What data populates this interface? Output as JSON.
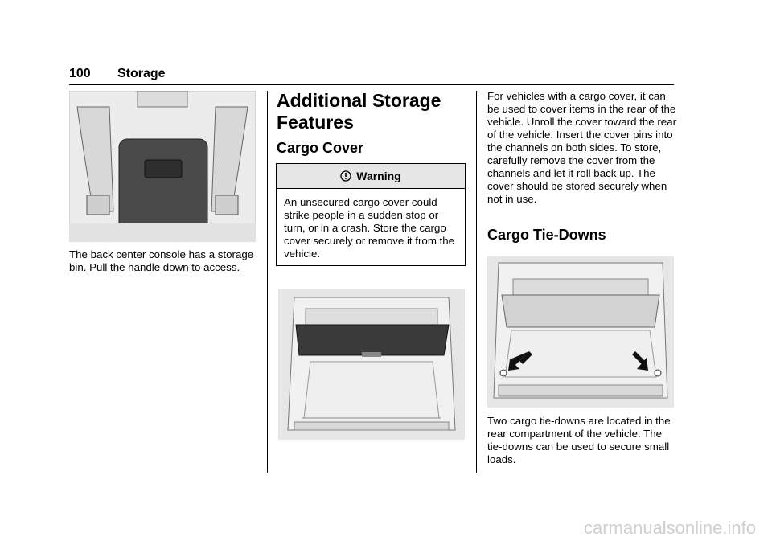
{
  "header": {
    "page_number": "100",
    "section": "Storage"
  },
  "col1": {
    "figure_icon": "console-storage-bin-illustration",
    "paragraph": "The back center console has a storage bin. Pull the handle down to access."
  },
  "col2": {
    "heading": "Additional Storage Features",
    "subheading": "Cargo Cover",
    "warning": {
      "icon": "warning-icon",
      "title": "Warning",
      "text": "An unsecured cargo cover could strike people in a sudden stop or turn, or in a crash. Store the cargo cover securely or remove it from the vehicle."
    },
    "figure_icon": "cargo-cover-illustration"
  },
  "col3": {
    "paragraph1": "For vehicles with a cargo cover, it can be used to cover items in the rear of the vehicle. Unroll the cover toward the rear of the vehicle. Insert the cover pins into the channels on both sides. To store, carefully remove the cover from the channels and let it roll back up. The cover should be stored securely when not in use.",
    "heading": "Cargo Tie-Downs",
    "figure_icon": "cargo-tie-downs-illustration",
    "paragraph2": "Two cargo tie-downs are located in the rear compartment of the vehicle. The tie-downs can be used to secure small loads."
  },
  "watermark": "carmanualsonline.info"
}
